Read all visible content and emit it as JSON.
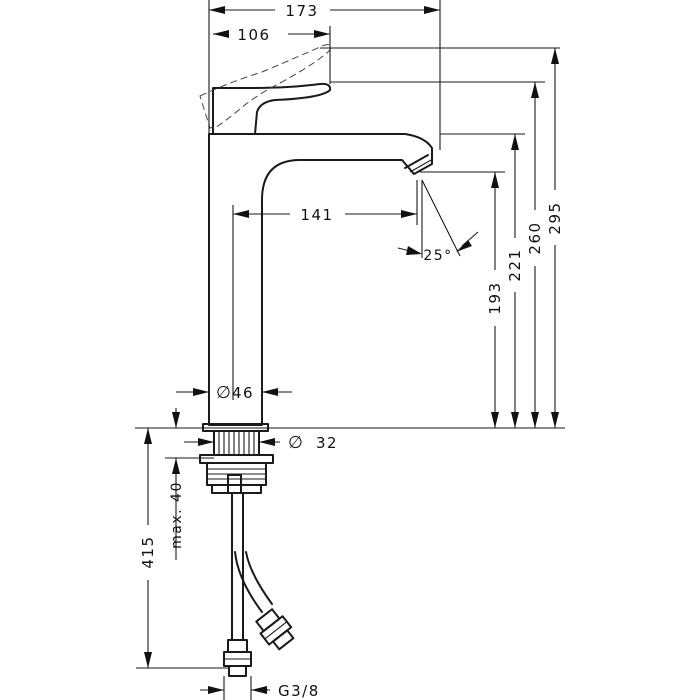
{
  "dimensions": {
    "top_width": "173",
    "handle_reach": "106",
    "spout_reach": "141",
    "angle": "25°",
    "body_diameter": "46",
    "base_diameter": "32",
    "height_193": "193",
    "height_221": "221",
    "height_260": "260",
    "height_295": "295",
    "deck_max": "max. 40",
    "hose_length": "415",
    "thread": "G3/8"
  },
  "symbols": {
    "diameter": "∅"
  }
}
